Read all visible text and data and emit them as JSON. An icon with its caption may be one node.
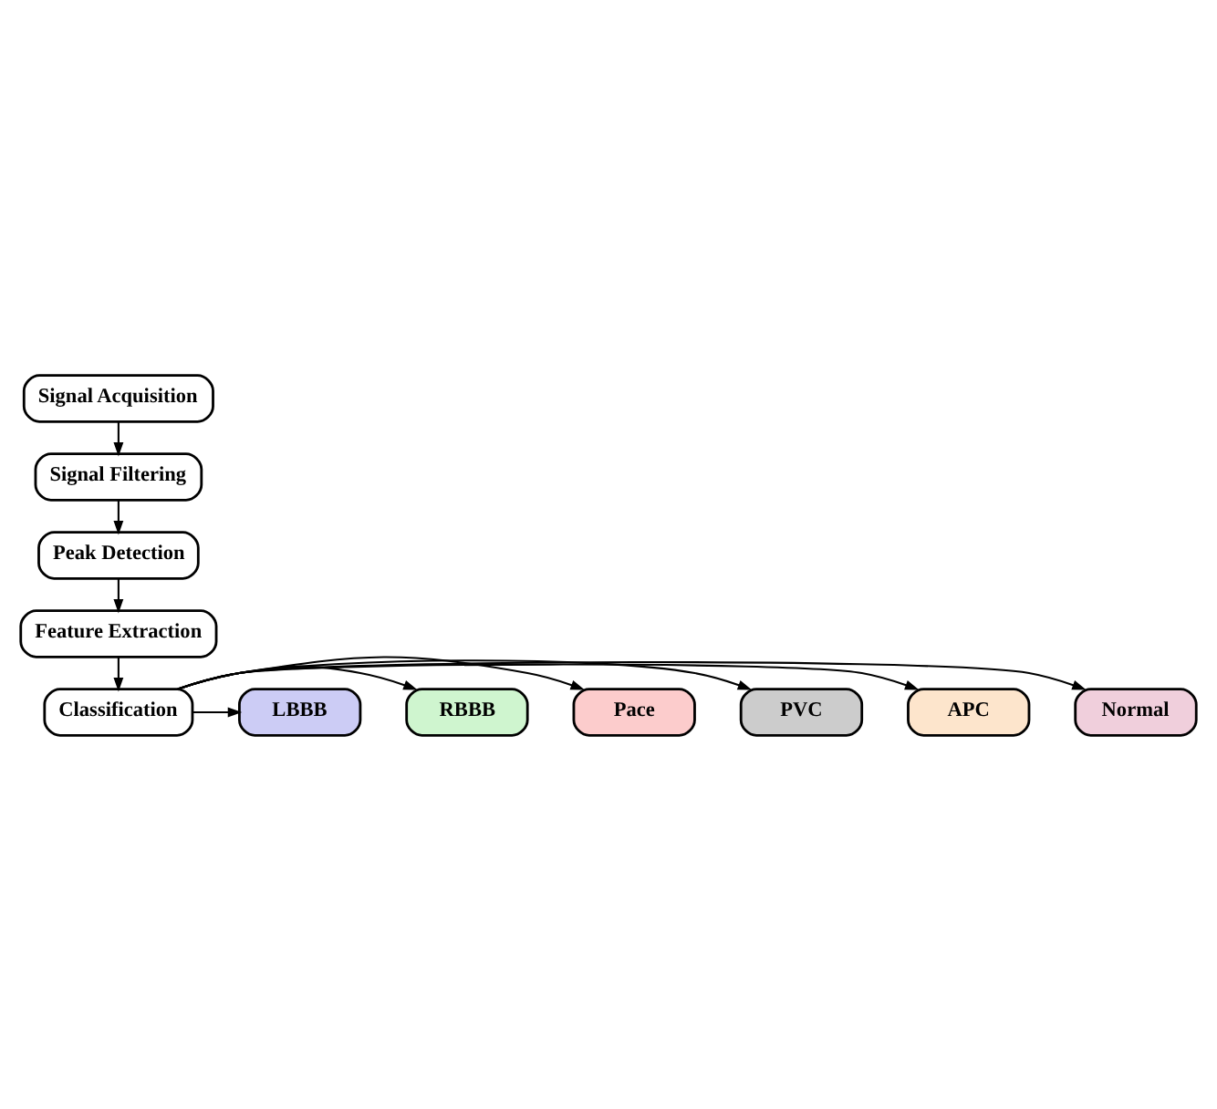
{
  "diagram": {
    "nodes": [
      {
        "text": [
          "Signal Acquisition"
        ]
      },
      {
        "text": [
          "Signal Filtering"
        ]
      },
      {
        "text": [
          "Peak Detection"
        ]
      },
      {
        "text": [
          "Feature Extraction"
        ]
      },
      {
        "text": [
          "Normal"
        ]
      },
      {
        "text": [
          "APC"
        ]
      },
      {
        "text": [
          "PVC"
        ]
      },
      {
        "text": [
          "Classification"
        ]
      },
      {
        "text": [
          "Pace"
        ]
      },
      {
        "text": [
          "RBBB"
        ]
      },
      {
        "text": [
          "LBBB"
        ]
      }
    ],
    "edges": [
      {
        "from": 0,
        "to": 1,
        "arrow": "to"
      },
      {
        "from": 1,
        "to": 2,
        "arrow": "to"
      },
      {
        "from": 2,
        "to": 3,
        "arrow": "to"
      },
      {
        "from": 3,
        "to": 7,
        "arrow": "to"
      },
      {
        "from": 7,
        "to": 4,
        "arrow": "to"
      },
      {
        "from": 7,
        "to": 6,
        "arrow": "to"
      },
      {
        "from": 7,
        "to": 9,
        "arrow": "to"
      },
      {
        "from": 7,
        "to": 5,
        "arrow": "to"
      },
      {
        "from": 7,
        "to": 8,
        "arrow": "to"
      },
      {
        "from": 7,
        "to": 10,
        "arrow": "to"
      }
    ]
  }
}
